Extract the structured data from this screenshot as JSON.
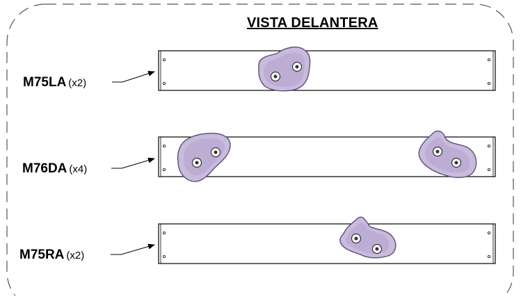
{
  "title": "VISTA DELANTERA",
  "panels": [
    {
      "code": "M75LA",
      "qty": "(x2)",
      "holds": 1
    },
    {
      "code": "M76DA",
      "qty": "(x4)",
      "holds": 2
    },
    {
      "code": "M75RA",
      "qty": "(x2)",
      "holds": 1
    }
  ],
  "colors": {
    "line": "#000000",
    "border": "#555555",
    "hold_fill": "#c9bbdc",
    "hold_shade": "#9f8dbd",
    "hold_edge": "#5d4d7a"
  }
}
